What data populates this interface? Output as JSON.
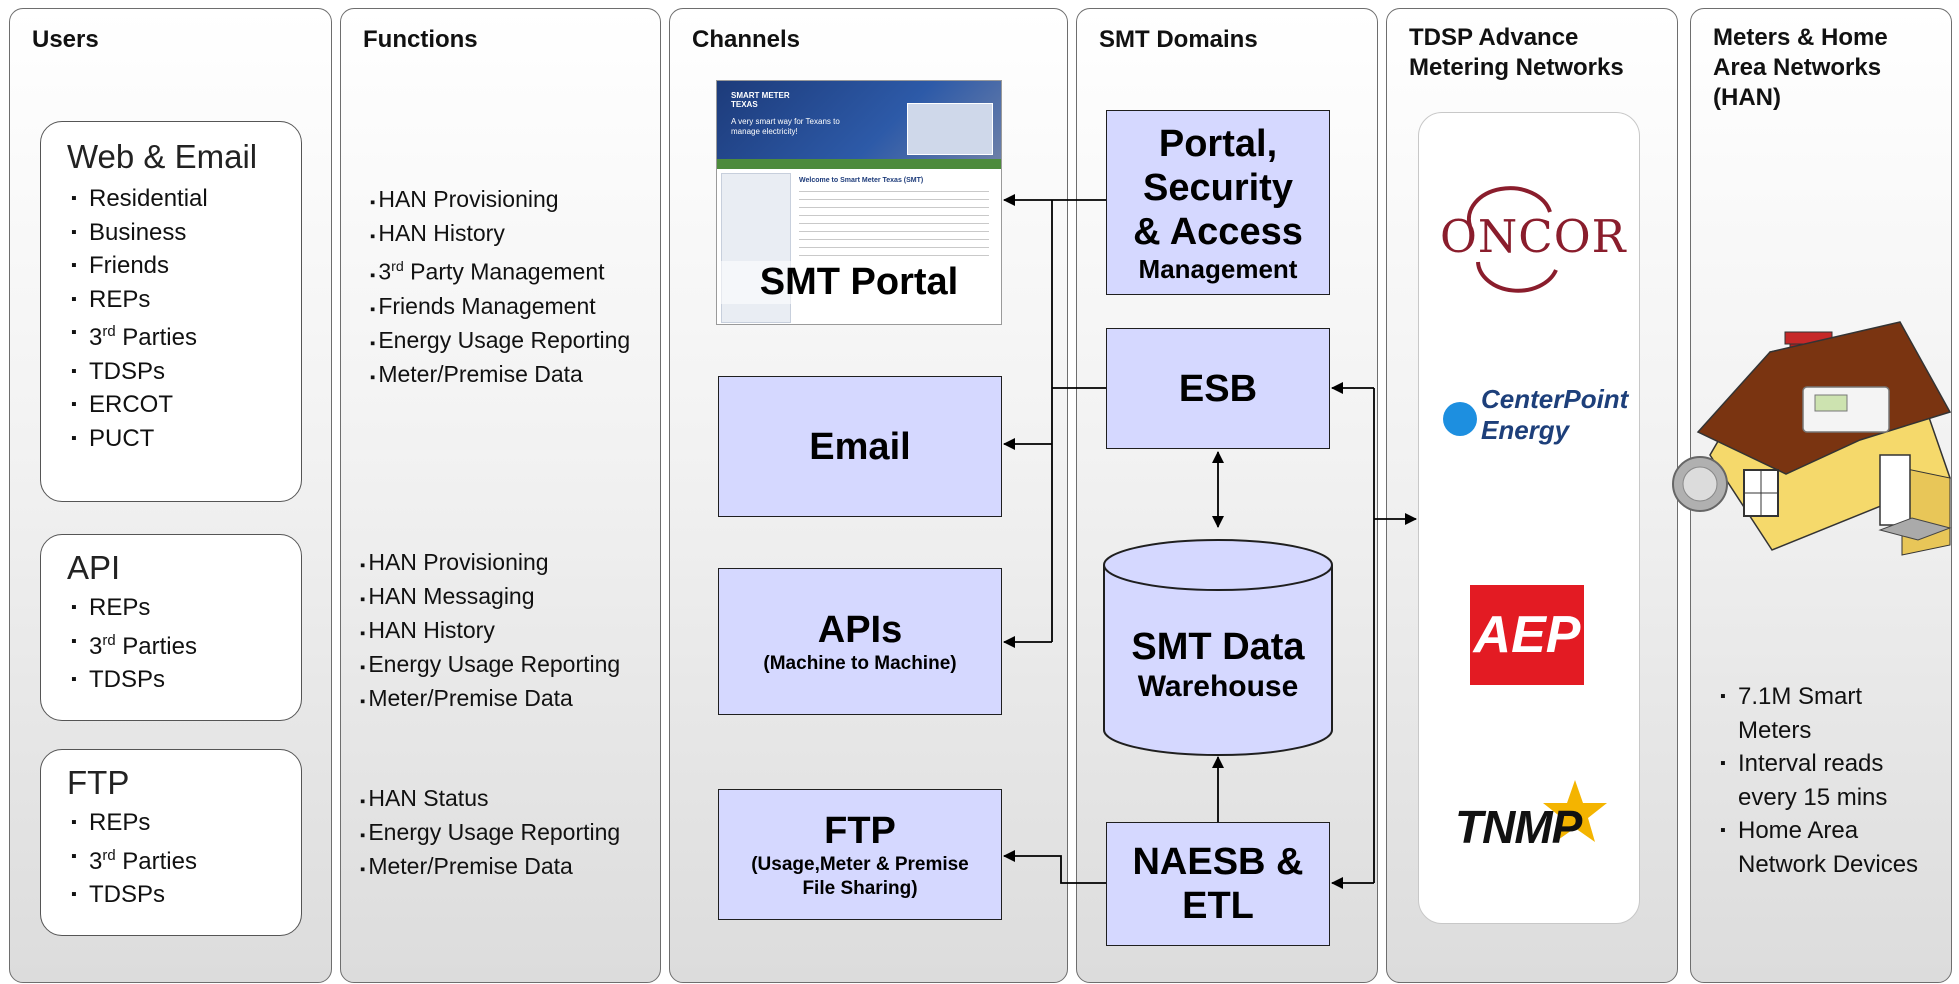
{
  "columns": {
    "users": "Users",
    "functions": "Functions",
    "channels": "Channels",
    "smt_domains": "SMT Domains",
    "tdsp": "TDSP Advance\nMetering Networks",
    "meters": "Meters & Home\nArea Networks\n(HAN)"
  },
  "users": {
    "web": {
      "title": "Web & Email",
      "items": [
        "Residential",
        "Business",
        "Friends",
        "REPs",
        "3rd Parties",
        "TDSPs",
        "ERCOT",
        "PUCT"
      ]
    },
    "api": {
      "title": "API",
      "items": [
        "REPs",
        "3rd Parties",
        "TDSPs"
      ]
    },
    "ftp": {
      "title": "FTP",
      "items": [
        "REPs",
        "3rd Parties",
        "TDSPs"
      ]
    }
  },
  "functions": {
    "web": [
      "HAN Provisioning",
      "HAN History",
      "3rd Party Management",
      "Friends Management",
      "Energy Usage Reporting",
      "Meter/Premise Data"
    ],
    "api": [
      "HAN Provisioning",
      "HAN Messaging",
      "HAN History",
      "Energy Usage Reporting",
      "Meter/Premise Data"
    ],
    "ftp": [
      "HAN Status",
      "Energy Usage Reporting",
      "Meter/Premise Data"
    ]
  },
  "channels": {
    "portal": {
      "label": "SMT Portal",
      "brand": "SMART METER TEXAS",
      "tagline": "A very smart way for Texans to manage electricity!",
      "welcome": "Welcome to Smart Meter Texas (SMT)"
    },
    "email": {
      "label": "Email"
    },
    "apis": {
      "label": "APIs",
      "sub": "(Machine to Machine)"
    },
    "ftp": {
      "label": "FTP",
      "sub": "(Usage,Meter & Premise File Sharing)"
    }
  },
  "domains": {
    "portal_security": {
      "line1": "Portal,",
      "line2": "Security",
      "line3": "& Access",
      "line4": "Management"
    },
    "esb": "ESB",
    "warehouse": {
      "line1": "SMT Data",
      "line2": "Warehouse"
    },
    "naesb": {
      "line1": "NAESB &",
      "line2": "ETL"
    }
  },
  "tdsp": {
    "logos": [
      "ONCOR",
      "CenterPoint Energy",
      "AEP",
      "TNMP"
    ]
  },
  "meters": {
    "items": [
      "7.1M Smart Meters",
      "Interval reads every 15 mins",
      "Home Area Network Devices"
    ]
  },
  "colors": {
    "domain_box": "#d5d8ff",
    "oncor": "#8a1d2c",
    "centerpoint": "#1d8fe0",
    "aep": "#e31b23",
    "tnmp_star": "#f4b400",
    "house_wall": "#f5d96b",
    "house_roof": "#8b3a10"
  }
}
